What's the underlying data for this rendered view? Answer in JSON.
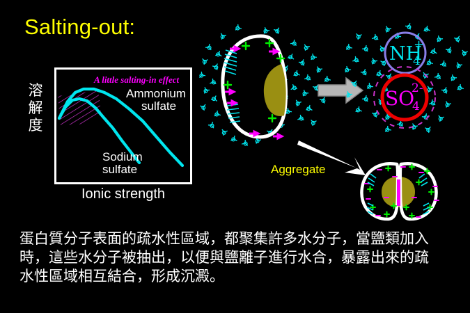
{
  "slide": {
    "title": "Salting-out:",
    "title_color": "#ffff00",
    "background_color": "#000000"
  },
  "chart_data": {
    "type": "line",
    "title": "",
    "xlabel": "Ionic strength",
    "ylabel": "溶解度",
    "ylabel_chars": [
      "溶",
      "解",
      "度"
    ],
    "annotation": "A little salting-in effect",
    "annotation_color": "#ff00ff",
    "axis_color": "#ffffff",
    "series_color": "#00e5ee",
    "grid": false,
    "xlim": [
      0,
      100
    ],
    "ylim": [
      0,
      100
    ],
    "series": [
      {
        "name": "Ammonium sulfate",
        "label_line1": "Ammonium",
        "label_line2": "sulfate",
        "x": [
          2,
          8,
          14,
          20,
          28,
          36,
          45,
          55,
          65,
          75,
          85,
          94
        ],
        "y": [
          57,
          72,
          80,
          83,
          83,
          80,
          74,
          65,
          54,
          41,
          27,
          15
        ]
      },
      {
        "name": "Sodium sulfate",
        "label_line1": "Sodium",
        "label_line2": "sulfate",
        "x": [
          2,
          7,
          12,
          17,
          23,
          29,
          35,
          42,
          49,
          56,
          62
        ],
        "y": [
          57,
          67,
          73,
          74,
          72,
          66,
          58,
          48,
          37,
          26,
          17
        ]
      }
    ],
    "hatched_region": {
      "label": "salting-in region",
      "color": "#cc33cc",
      "x_range": [
        0,
        30
      ],
      "y_range": [
        40,
        85
      ]
    }
  },
  "diagram": {
    "protein_figure": {
      "name": "hydrated-protein",
      "outline_color": "#ffffff",
      "hydrophobic_patch_color": "#9a8f12",
      "water_color": "#00e5ee",
      "positive_charge_color": "#00ee00",
      "negative_arrow_color": "#ff00ff"
    },
    "transition_arrow": {
      "name": "gray-right-arrow",
      "color": "#b0b0b0"
    },
    "ions": [
      {
        "name": "ammonium-ion",
        "formula": "NH",
        "subscript": "4",
        "superscript": "+",
        "text_color": "#00e5ee",
        "circle_color": "#8a7ee8"
      },
      {
        "name": "sulfate-ion",
        "formula": "SO",
        "subscript": "4",
        "superscript": "2-",
        "text_color": "#ff00ff",
        "circle_color": "#ee0000",
        "dashed_shell_color": "#cc33cc"
      }
    ],
    "aggregate": {
      "label": "Aggregate",
      "label_color": "#ffff00",
      "arrow_color": "#ffffff",
      "outline_color": "#ffffff",
      "patch_color": "#9a8f12",
      "core_color": "#ff00ff"
    }
  },
  "caption": {
    "lines": [
      "蛋白質分子表面的疏水性區域，都聚集許多水分子，當鹽類加入",
      "時，這些水分子被抽出，以便與鹽離子進行水合，暴露出來的疏",
      "水性區域相互結合，形成沉澱。"
    ]
  }
}
